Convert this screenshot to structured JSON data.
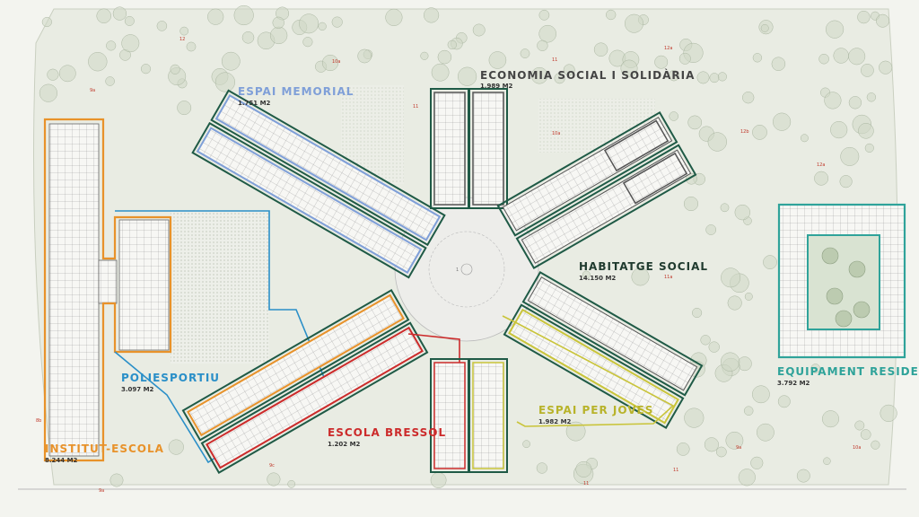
{
  "colors": {
    "dark_green": "#1f5a46",
    "blue": "#7f9fd8",
    "orange": "#e8922a",
    "sky": "#2a8fc8",
    "red": "#cc2b2b",
    "yellow": "#c9c43a",
    "teal": "#2fa39a",
    "grey": "#555555",
    "vegetation": "#cfd8c6"
  },
  "zones": [
    {
      "id": "economia",
      "name": "ECONOMIA SOCIAL I SOLIDÀRIA",
      "area": "1.989 M2"
    },
    {
      "id": "memorial",
      "name": "ESPAI MEMORIAL",
      "area": "1.751 M2"
    },
    {
      "id": "habitatge",
      "name": "HABITATGE SOCIAL",
      "area": "14.150 M2"
    },
    {
      "id": "poliesportiu",
      "name": "POLIESPORTIU",
      "area": "3.097 M2"
    },
    {
      "id": "residencia",
      "name": "EQUIPAMENT RESIDENCIA",
      "area": "3.792 M2"
    },
    {
      "id": "joves",
      "name": "ESPAI PER JOVES",
      "area": "1.982 M2"
    },
    {
      "id": "bressol",
      "name": "ESCOLA BRESSOL",
      "area": "1.202 M2"
    },
    {
      "id": "institut",
      "name": "INSTITUT-ESCOLA",
      "area": "8.244 M2"
    }
  ]
}
